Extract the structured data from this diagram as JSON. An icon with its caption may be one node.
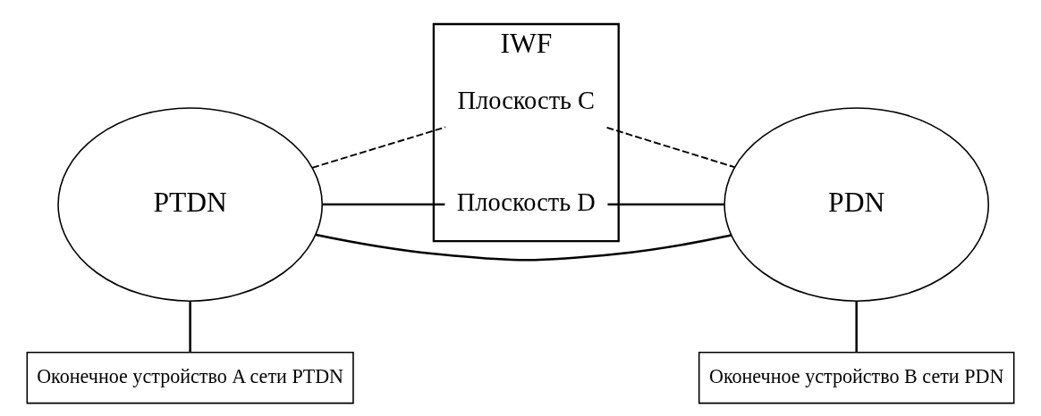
{
  "diagram": {
    "nodes": [
      {
        "text": [
          "PTDN"
        ]
      },
      {
        "text": [
          "IWF"
        ]
      },
      {
        "text": [
          "Плоскость C"
        ],
        "in": 1
      },
      {
        "text": [
          "Плоскость D"
        ],
        "in": 1
      },
      {
        "text": [
          "PDN"
        ]
      },
      {
        "text": [
          "Оконечное устройство A сети PTDN"
        ]
      },
      {
        "text": [
          "Оконечное устройство B сети PDN"
        ]
      }
    ],
    "edges": [
      {
        "from": 0,
        "to": 2,
        "arrow": "none",
        "style": "dashed"
      },
      {
        "from": 2,
        "to": 4,
        "arrow": "none",
        "style": "dashed"
      },
      {
        "from": 0,
        "to": 4,
        "arrow": "none"
      },
      {
        "from": 0,
        "to": 3,
        "arrow": "none"
      },
      {
        "from": 3,
        "to": 4,
        "arrow": "none"
      },
      {
        "from": 0,
        "to": 5,
        "arrow": "none"
      },
      {
        "from": 4,
        "to": 6,
        "arrow": "none"
      }
    ]
  }
}
